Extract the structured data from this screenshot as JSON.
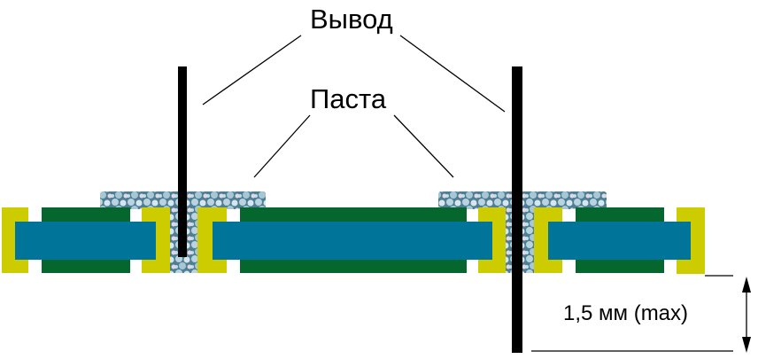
{
  "labels": {
    "lead": "Вывод",
    "paste": "Паста",
    "dimension": "1,5 мм (max)"
  },
  "colors": {
    "bracket": "#cccc00",
    "board": "#007599",
    "pad": "#05672d",
    "lead": "#000000",
    "paste_base": "#4e7f95",
    "paste_bead": "#c9dde6"
  }
}
